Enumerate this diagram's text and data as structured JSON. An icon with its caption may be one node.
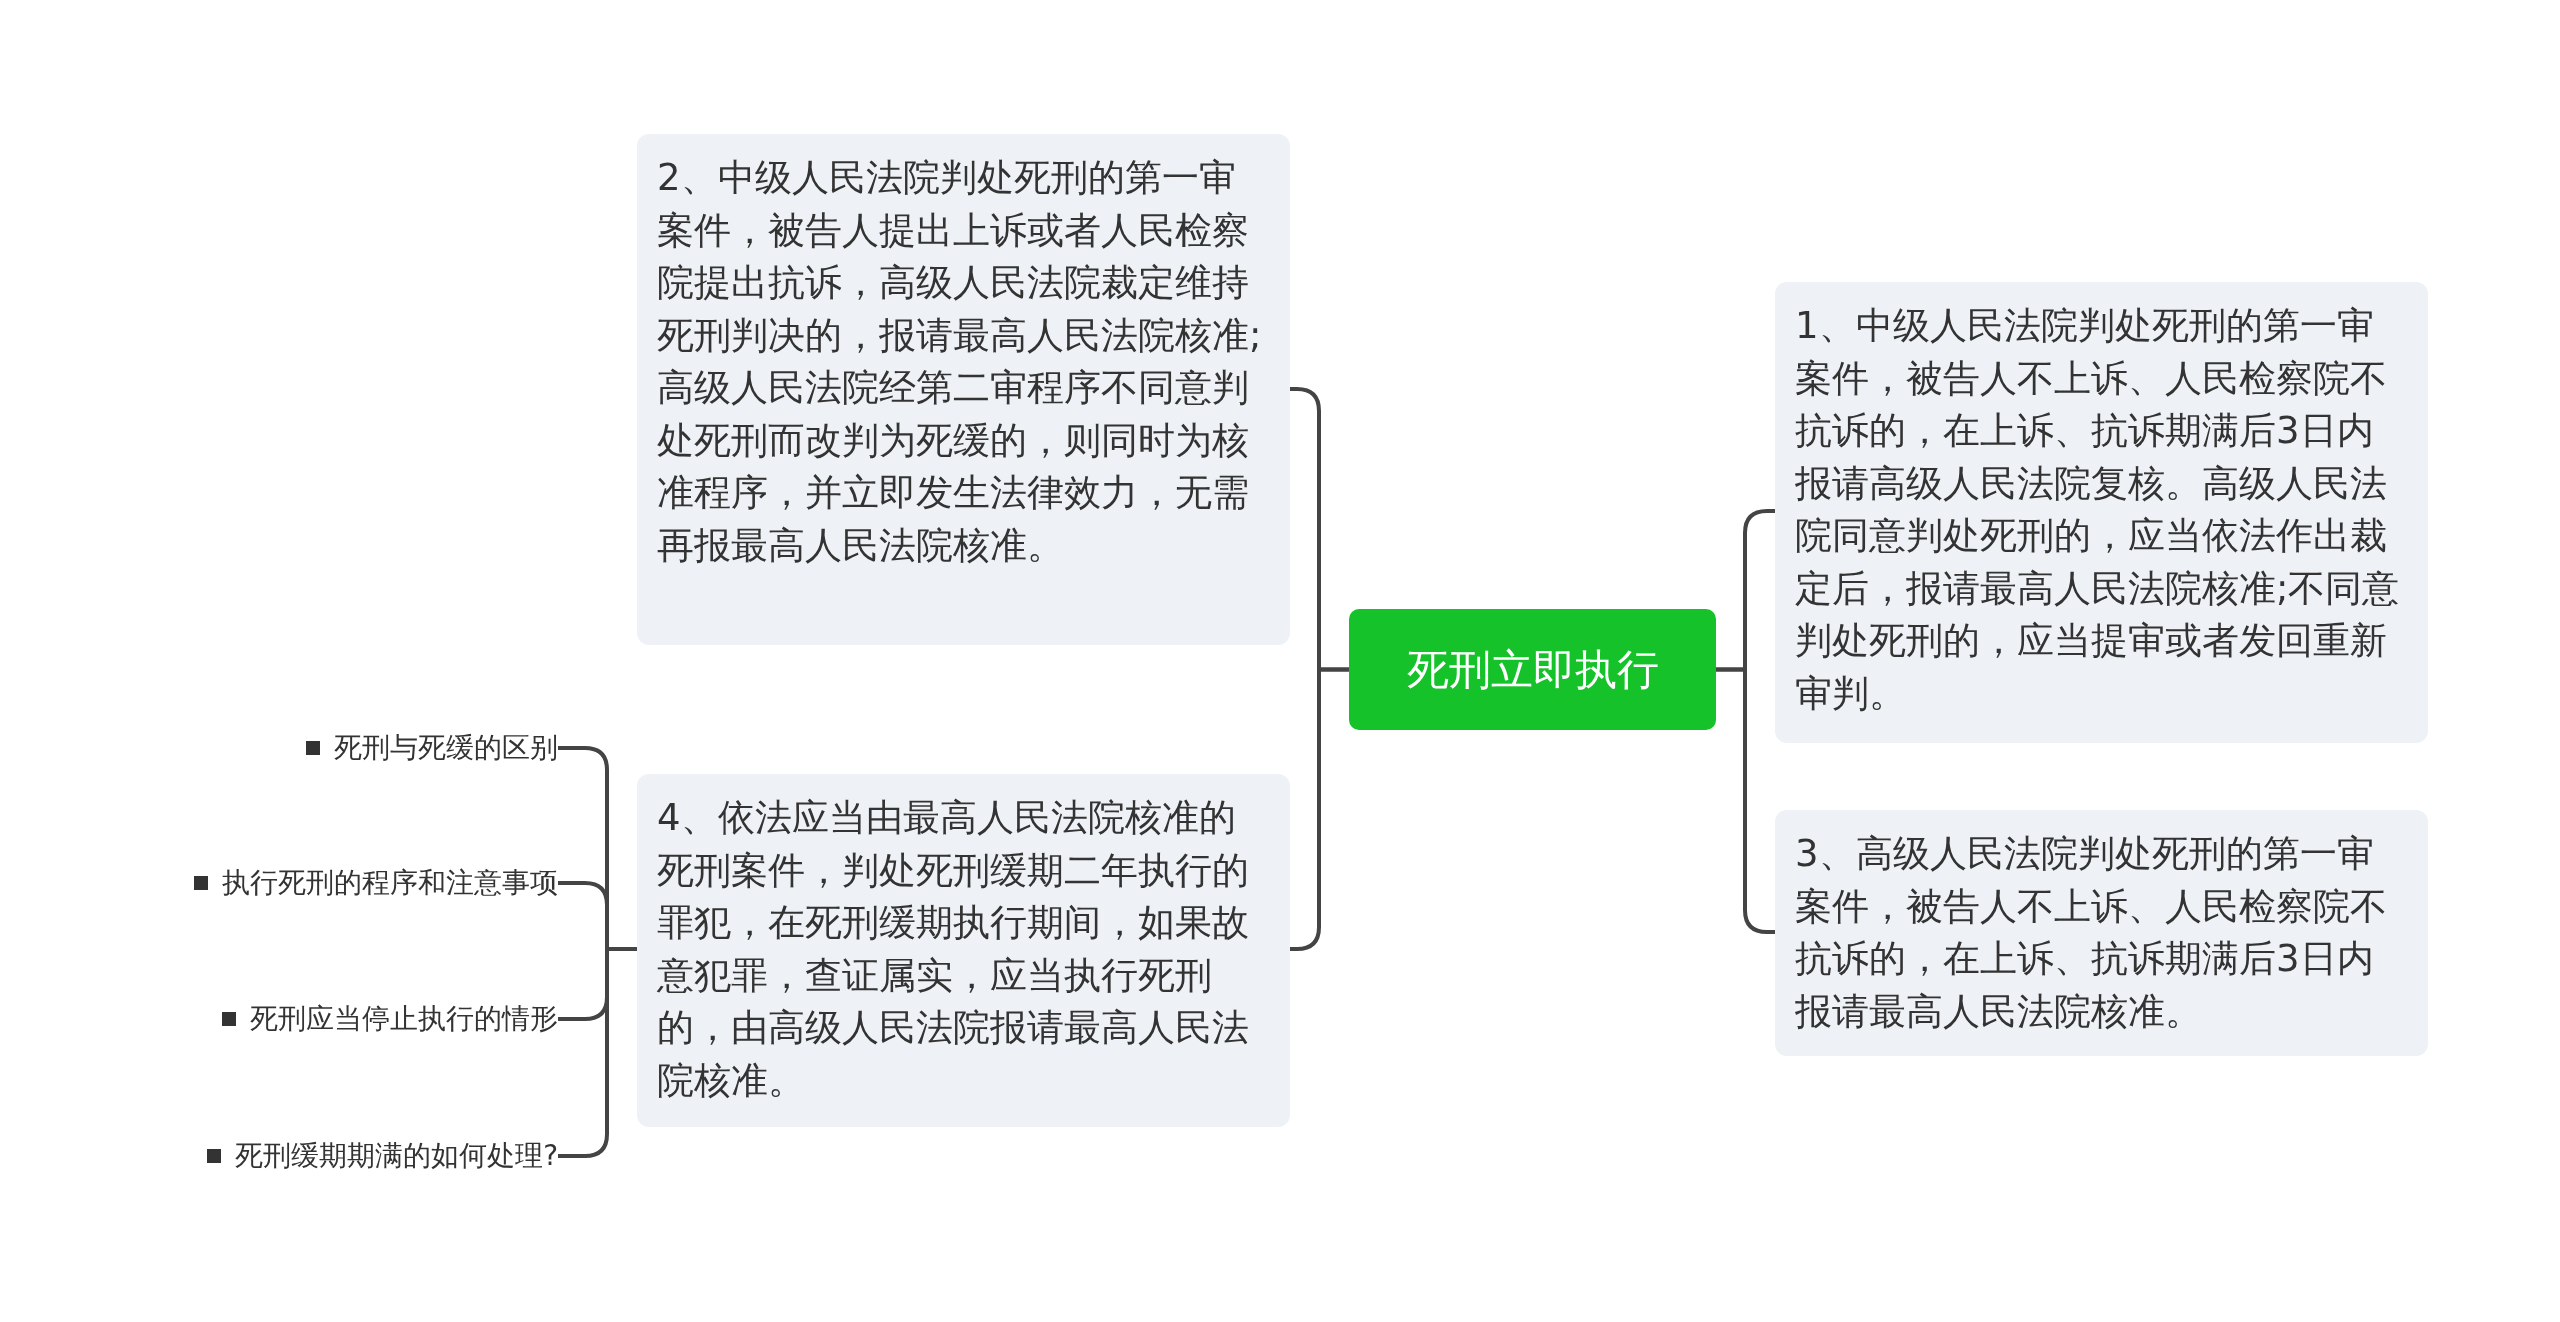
{
  "diagram": {
    "nodes": [
      {
        "text": [
          "死刑立即执行"
        ]
      },
      {
        "text": [
          "2、中级人民法院判处死刑的第一审案件，被告人提出上诉或者人民检察院提出抗诉，高级人民法院裁定维持死刑判决的，报请最高人民法院核准;高级人民法院经第二审程序不同意判处死刑而改判为死缓的，则同时为核准程序，并立即发生法律效力，无需再报最高人民法院核准。"
        ]
      },
      {
        "text": [
          "4、依法应当由最高人民法院核准的死刑案件，判处死刑缓期二年执行的罪犯，在死刑缓期执行期间，如果故意犯罪，查证属实，应当执行死刑的，由高级人民法院报请最高人民法院核准。"
        ]
      },
      {
        "text": [
          "1、中级人民法院判处死刑的第一审案件，被告人不上诉、人民检察院不抗诉的，在上诉、抗诉期满后3日内报请高级人民法院复核。高级人民法院同意判处死刑的，应当依法作出裁定后，报请最高人民法院核准;不同意判处死刑的，应当提审或者发回重新审判。"
        ]
      },
      {
        "text": [
          "3、高级人民法院判处死刑的第一审案件，被告人不上诉、人民检察院不抗诉的，在上诉、抗诉期满后3日内报请最高人民法院核准。"
        ]
      },
      {
        "text": [
          "死刑与死缓的区别"
        ]
      },
      {
        "text": [
          "执行死刑的程序和注意事项"
        ]
      },
      {
        "text": [
          "死刑应当停止执行的情形"
        ]
      },
      {
        "text": [
          "死刑缓期期满的如何处理?"
        ]
      }
    ],
    "edges": [
      {
        "from": 0,
        "to": 1,
        "arrow": "none"
      },
      {
        "from": 0,
        "to": 2,
        "arrow": "none"
      },
      {
        "from": 0,
        "to": 3,
        "arrow": "none"
      },
      {
        "from": 0,
        "to": 4,
        "arrow": "none"
      },
      {
        "from": 2,
        "to": 5,
        "arrow": "none"
      },
      {
        "from": 2,
        "to": 6,
        "arrow": "none"
      },
      {
        "from": 2,
        "to": 7,
        "arrow": "none"
      },
      {
        "from": 2,
        "to": 8,
        "arrow": "none"
      }
    ]
  }
}
